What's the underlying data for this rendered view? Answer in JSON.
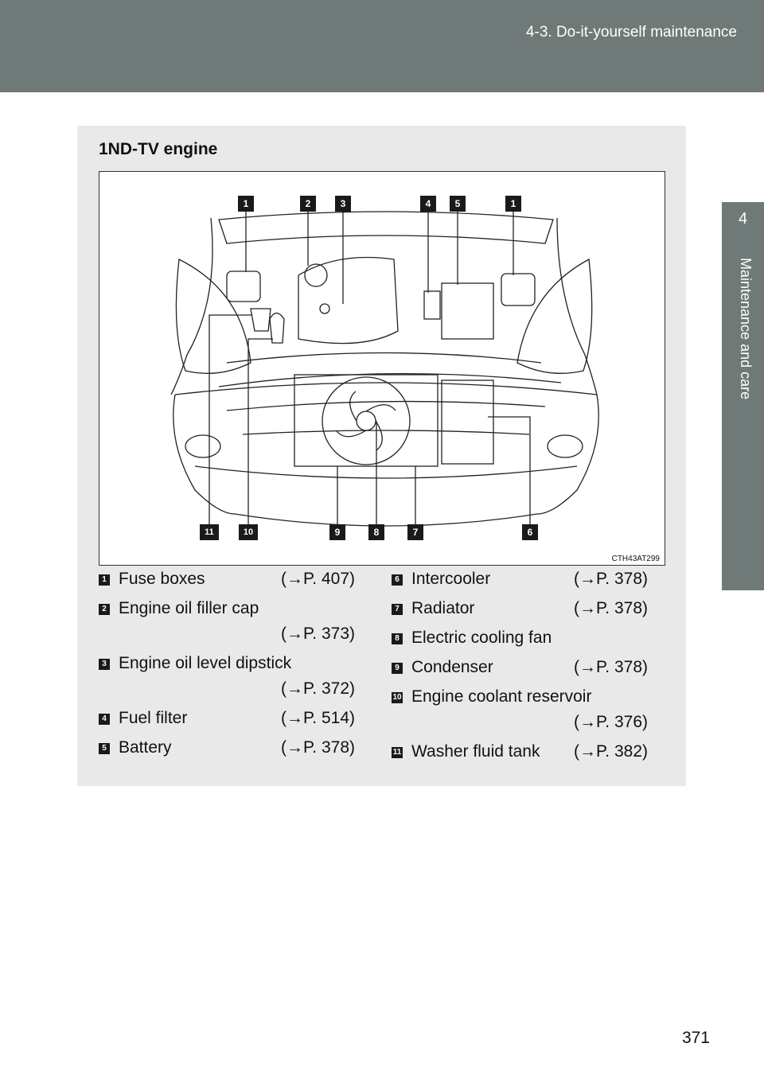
{
  "header": {
    "title": "4-3. Do-it-yourself maintenance"
  },
  "side_tab": {
    "number": "4",
    "label": "Maintenance and care"
  },
  "panel": {
    "title": "1ND-TV engine",
    "figure_code": "CTH43AT299",
    "callouts_top": [
      "1",
      "2",
      "3",
      "4",
      "5",
      "1"
    ],
    "callouts_bottom": [
      "11",
      "10",
      "9",
      "8",
      "7",
      "6"
    ]
  },
  "legend_left": [
    {
      "num": "1",
      "label": "Fuse boxes",
      "ref": "(→P. 407)"
    },
    {
      "num": "2",
      "label": "Engine oil filler cap",
      "ref": "(→P. 373)"
    },
    {
      "num": "3",
      "label": "Engine oil level dipstick",
      "ref": "(→P. 372)"
    },
    {
      "num": "4",
      "label": "Fuel filter",
      "ref": "(→P. 514)"
    },
    {
      "num": "5",
      "label": "Battery",
      "ref": "(→P. 378)"
    }
  ],
  "legend_right": [
    {
      "num": "6",
      "label": "Intercooler",
      "ref": "(→P. 378)"
    },
    {
      "num": "7",
      "label": "Radiator",
      "ref": "(→P. 378)"
    },
    {
      "num": "8",
      "label": "Electric cooling fan",
      "ref": ""
    },
    {
      "num": "9",
      "label": "Condenser",
      "ref": "(→P. 378)"
    },
    {
      "num": "10",
      "label": "Engine coolant reservoir",
      "ref": "(→P. 376)"
    },
    {
      "num": "11",
      "label": "Washer fluid tank",
      "ref": "(→P. 382)"
    }
  ],
  "page_number": "371"
}
